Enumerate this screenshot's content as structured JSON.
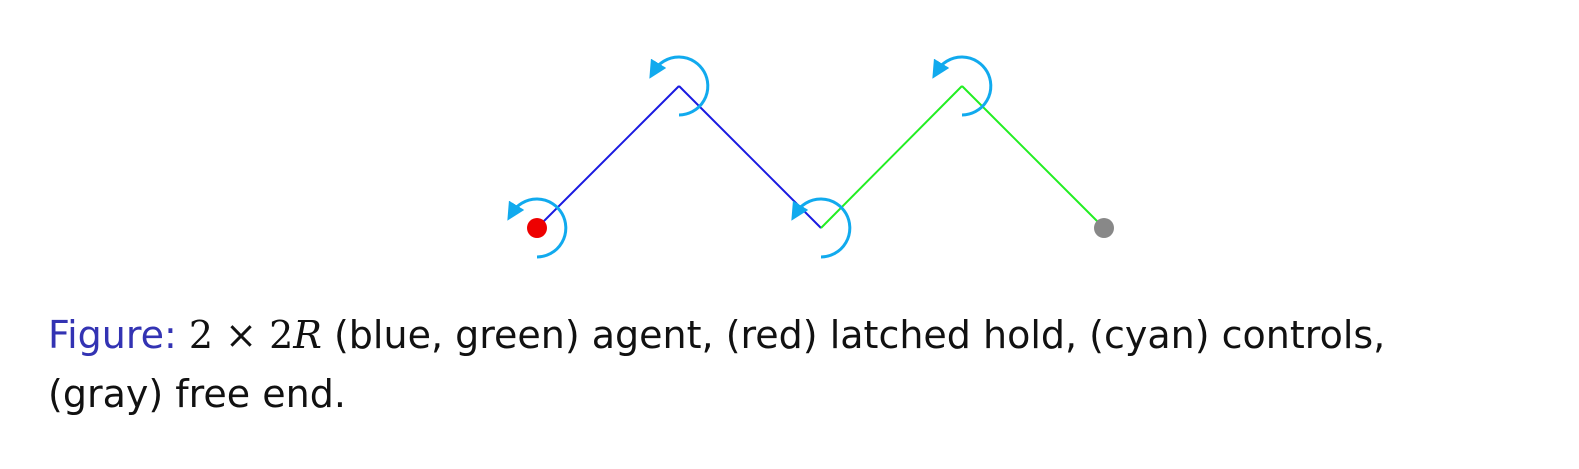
{
  "colors": {
    "link_1": "#1a1ae0",
    "link_2": "#22ee22",
    "latched_hold": "#ee0000",
    "controls": "#11aaee",
    "free_end": "#888888",
    "caption_label": "#3333b3",
    "caption_text": "#111111"
  },
  "icons": {
    "rotation_control": "counterclockwise-arrow-icon"
  },
  "caption": {
    "label": "Figure:",
    "math_left": "2 × 2",
    "math_var": "R",
    "text_line1": " (blue, green) agent, (red) latched hold, (cyan) controls,",
    "text_line2": "(gray) free end."
  }
}
